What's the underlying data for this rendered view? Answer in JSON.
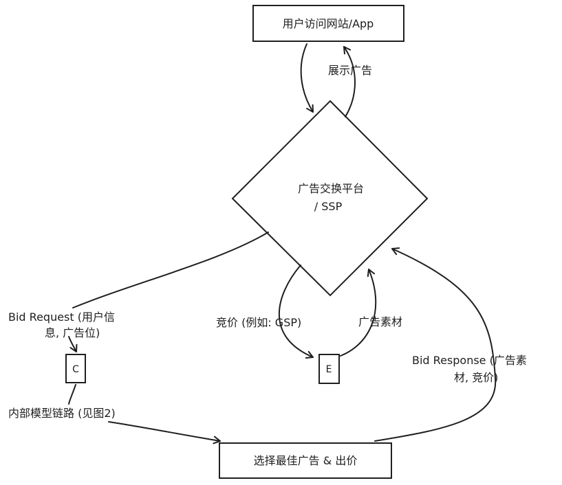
{
  "nodes": {
    "user_visit": "用户访问网站/App",
    "exchange_line1": "广告交换平台",
    "exchange_line2": "/ SSP",
    "node_c": "C",
    "node_e": "E",
    "select_bid": "选择最佳广告 & 出价"
  },
  "edge_labels": {
    "show_ad": "展示广告",
    "bid_request_line1": "Bid Request (用户信",
    "bid_request_line2": "息, 广告位)",
    "auction": "竞价 (例如: GSP)",
    "ad_creative": "广告素材",
    "bid_response_line1": "Bid Response (广告素",
    "bid_response_line2": "材, 竞价)",
    "internal_model": "内部模型链路 (见图2)"
  }
}
